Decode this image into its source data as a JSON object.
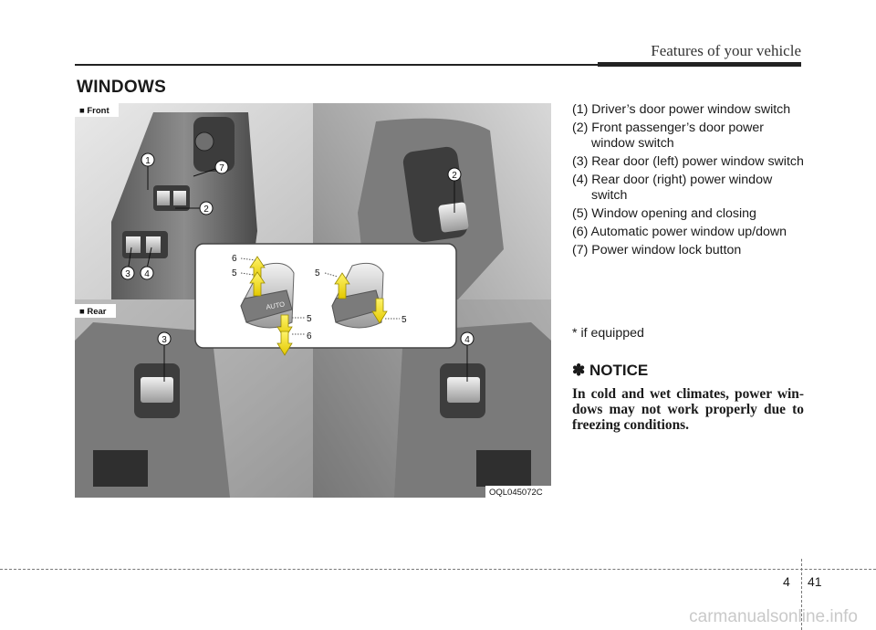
{
  "header": {
    "title": "Features of your vehicle"
  },
  "section": {
    "title": "WINDOWS"
  },
  "figure": {
    "front_label": "■ Front",
    "rear_label": "■ Rear",
    "code": "OQL045072C",
    "callouts": [
      "1",
      "7",
      "2",
      "3",
      "4",
      "2",
      "3",
      "4"
    ],
    "detail_labels": [
      "6",
      "5",
      "5",
      "6",
      "5",
      "5"
    ],
    "auto_text": "AUTO"
  },
  "legend": {
    "items": [
      "(1) Driver’s door power window switch",
      "(2) Front passenger’s door power window switch",
      "(3) Rear door (left) power window switch",
      "(4) Rear door (right) power window switch",
      "(5) Window opening and closing",
      "(6) Automatic power window up/down",
      "(7) Power window lock button"
    ],
    "footnote": "* if equipped"
  },
  "notice": {
    "title": "✽ NOTICE",
    "text": "In cold and wet climates, power win-dows may not work properly due to freezing conditions."
  },
  "footer": {
    "chapter": "4",
    "page": "41"
  },
  "watermark": {
    "text": "carmanualsonline.info"
  }
}
